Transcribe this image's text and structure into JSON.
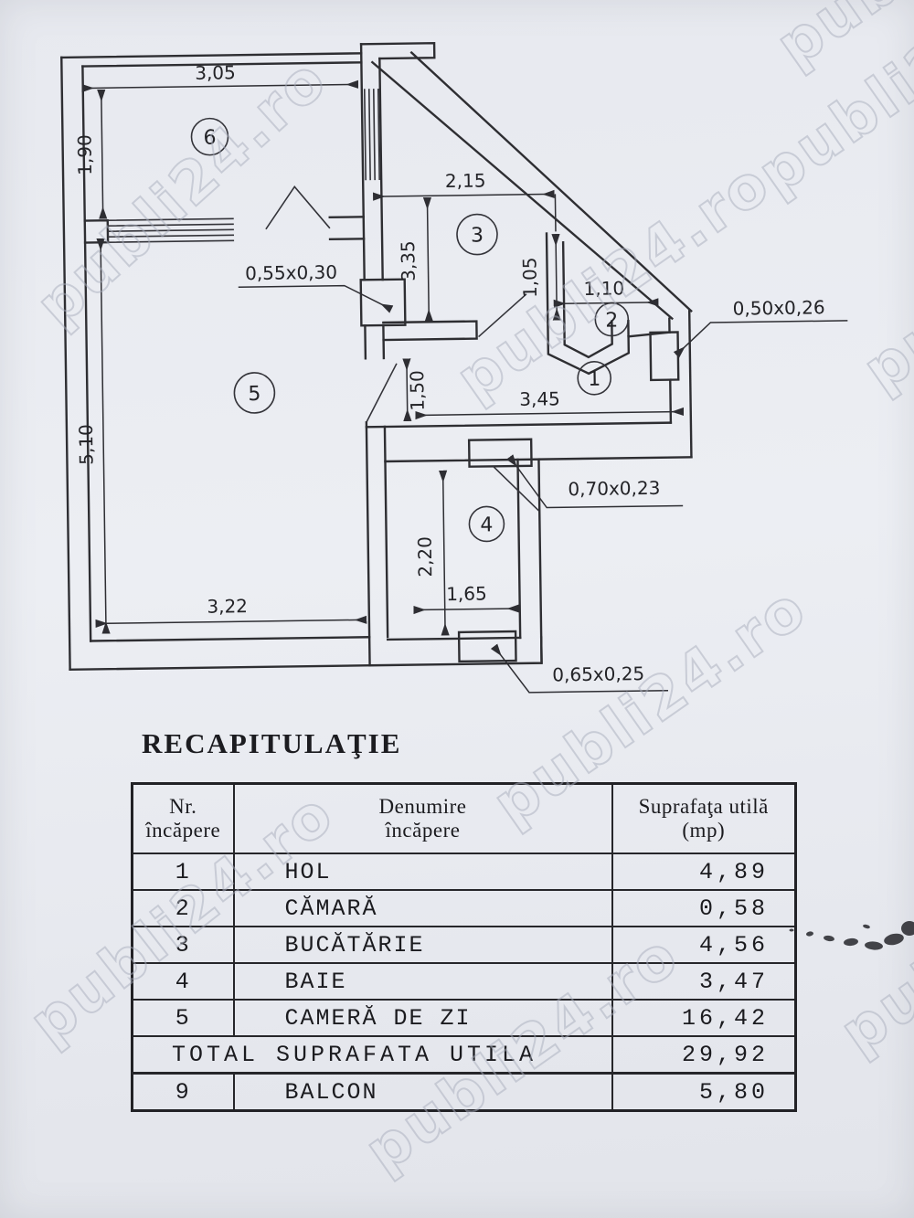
{
  "watermark": {
    "text": "publi24.ro"
  },
  "floorplan": {
    "rooms": {
      "r1": "1",
      "r2": "2",
      "r3": "3",
      "r4": "4",
      "r5": "5",
      "r6": "6"
    },
    "dims": {
      "d3_05": "3,05",
      "d1_90": "1,90",
      "d2_15": "2,15",
      "d3_35": "3,35",
      "d1_05": "1,05",
      "d1_10": "1,10",
      "d0_50": "0,50x0,26",
      "d0_55": "0,55x0,30",
      "d1_50": "1,50",
      "d5_10": "5,10",
      "d3_45": "3,45",
      "d0_70": "0,70x0,23",
      "d2_20": "2,20",
      "d1_65": "1,65",
      "d3_22": "3,22",
      "d0_65": "0,65x0,25"
    }
  },
  "recap": {
    "title": "RECAPITULAŢIE",
    "table": {
      "headers": {
        "col1a": "Nr.",
        "col1b": "încăpere",
        "col2a": "Denumire",
        "col2b": "încăpere",
        "col3a": "Suprafaţa utilă",
        "col3b": "(mp)"
      },
      "rows": [
        {
          "nr": "1",
          "name": "HOL",
          "value": "4,89"
        },
        {
          "nr": "2",
          "name": "CĂMARĂ",
          "value": "0,58"
        },
        {
          "nr": "3",
          "name": "BUCĂTĂRIE",
          "value": "4,56"
        },
        {
          "nr": "4",
          "name": "BAIE",
          "value": "3,47"
        },
        {
          "nr": "5",
          "name": "CAMERĂ DE ZI",
          "value": "16,42"
        }
      ],
      "total_row": {
        "label": "TOTAL SUPRAFATA UTILA",
        "value": "29,92"
      },
      "balcony_row": {
        "nr": "9",
        "name": "BALCON",
        "value": "5,80"
      }
    }
  }
}
